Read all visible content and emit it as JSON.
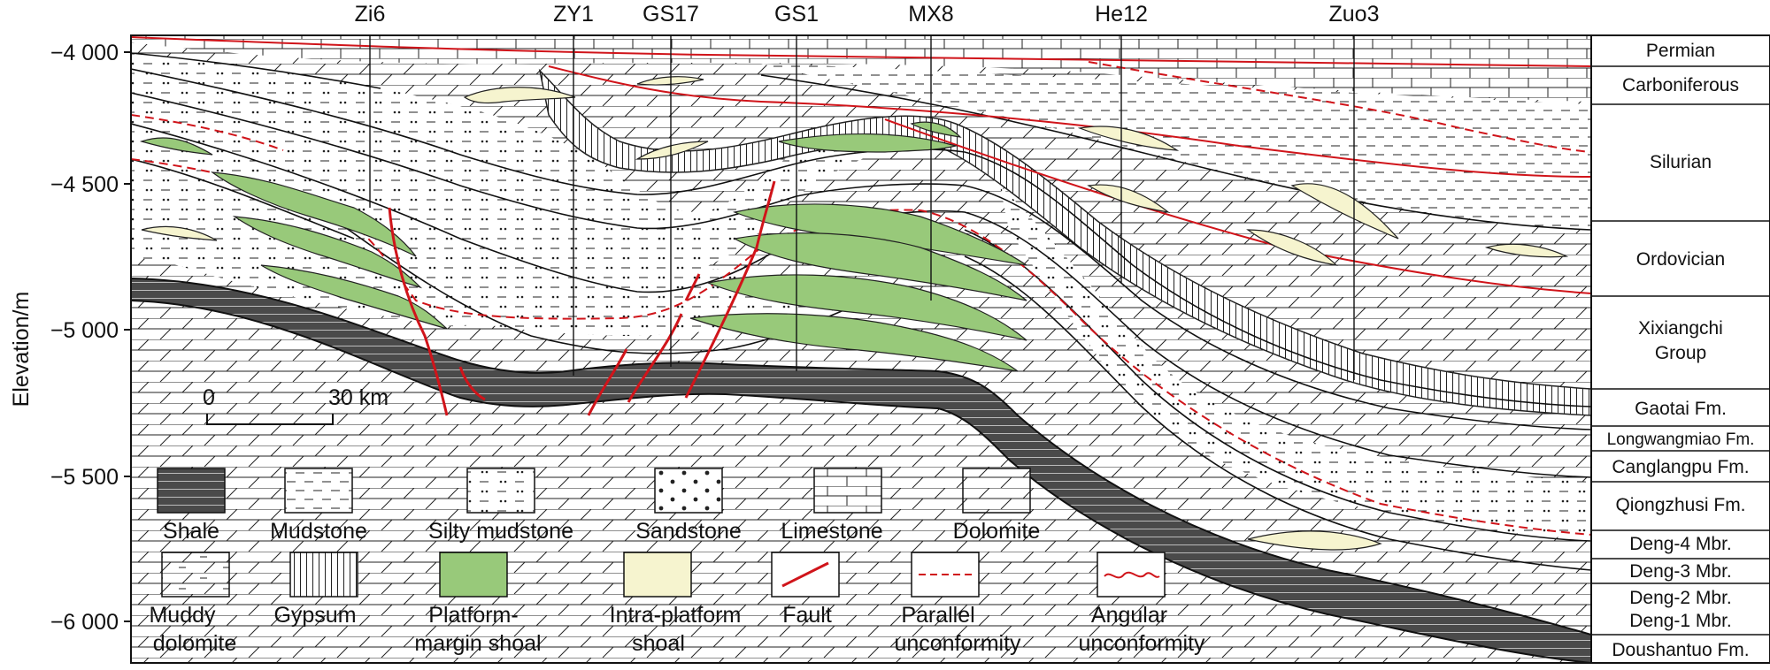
{
  "axis": {
    "title": "Elevation/m",
    "ticks": [
      "−4 000",
      "−4 500",
      "−5 000",
      "−5 500",
      "−6 000"
    ]
  },
  "wells": [
    "Zi6",
    "ZY1",
    "GS17",
    "GS1",
    "MX8",
    "He12",
    "Zuo3"
  ],
  "strata": [
    "Permian",
    "Carboniferous",
    "Silurian",
    "Ordovician",
    "Xixiangchi",
    "Group",
    "Gaotai Fm.",
    "Longwangmiao Fm.",
    "Canglangpu Fm.",
    "Qiongzhusi Fm.",
    "Deng-4 Mbr.",
    "Deng-3 Mbr.",
    "Deng-2 Mbr.",
    "Deng-1 Mbr.",
    "Doushantuo Fm."
  ],
  "scale": {
    "zero": "0",
    "distance": "30 km"
  },
  "legend": {
    "shale": "Shale",
    "mudstone": "Mudstone",
    "silty_mudstone": "Silty mudstone",
    "sandstone": "Sandstone",
    "limestone": "Limestone",
    "dolomite": "Dolomite",
    "muddy_dolomite_1": "Muddy",
    "muddy_dolomite_2": "dolomite",
    "gypsum": "Gypsum",
    "platform_margin_1": "Platform-",
    "platform_margin_2": "margin shoal",
    "intra_platform_1": "Intra-platform",
    "intra_platform_2": "shoal",
    "fault": "Fault",
    "parallel_1": "Parallel",
    "parallel_2": "unconformity",
    "angular_1": "Angular",
    "angular_2": "unconformity"
  },
  "colors": {
    "platform_margin_shoal": "#98c97a",
    "intra_platform_shoal": "#f6f4cf",
    "fault": "#d0141a",
    "unconformity": "#d0141a",
    "shale": "#3a3a3a"
  }
}
